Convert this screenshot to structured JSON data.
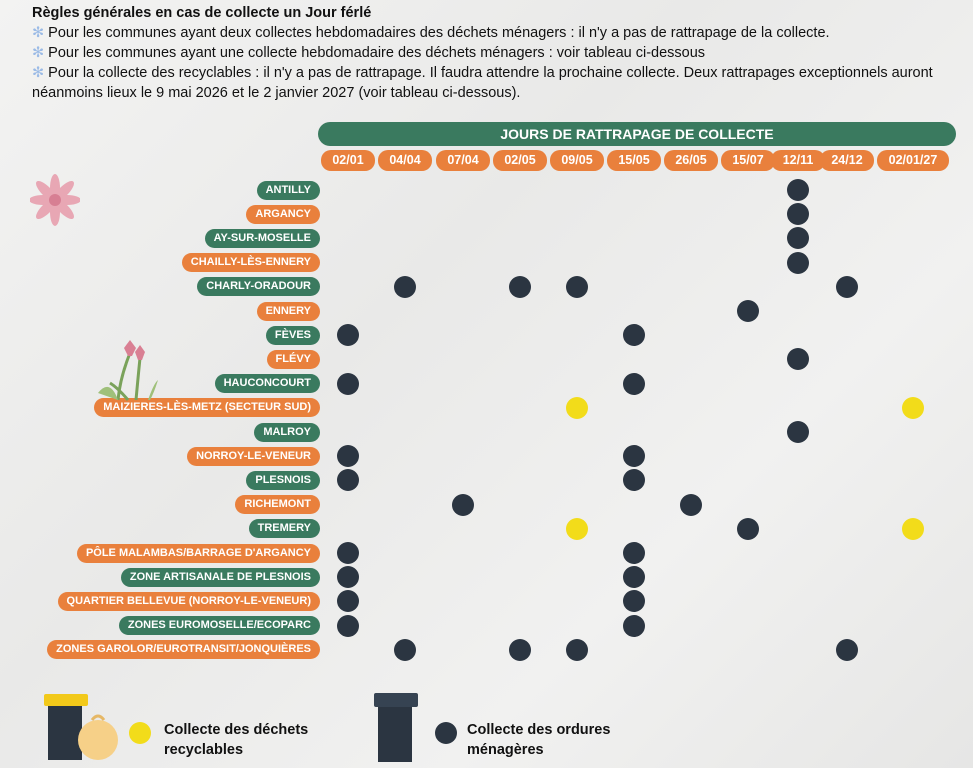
{
  "intro": {
    "title": "Règles générales en cas de collecte un Jour férlé",
    "rules": [
      "Pour les communes ayant deux collectes hebdomadaires des déchets ménagers : il n'y a pas de rattrapage de la collecte.",
      "Pour les communes ayant une collecte hebdomadaire des déchets ménagers : voir tableau ci-dessous",
      "Pour la collecte des recyclables : il n'y a pas de rattrapage. Il faudra attendre la prochaine collecte. Deux rattrapages exceptionnels auront néanmoins lieux le 9 mai 2026 et le 2 janvier 2027 (voir tableau ci-dessous)."
    ]
  },
  "table": {
    "title": "JOURS DE RATTRAPAGE DE COLLECTE",
    "dates": [
      "02/01",
      "04/04",
      "07/04",
      "02/05",
      "09/05",
      "15/05",
      "26/05",
      "15/07",
      "12/11",
      "24/12",
      "02/01/27"
    ],
    "rows": [
      {
        "name": "Antilly",
        "color": "green",
        "om": [
          8
        ],
        "rec": []
      },
      {
        "name": "Argancy",
        "color": "orange",
        "om": [
          8
        ],
        "rec": []
      },
      {
        "name": "Ay-sur-Moselle",
        "color": "green",
        "om": [
          8
        ],
        "rec": []
      },
      {
        "name": "Chailly-lès-Ennery",
        "color": "orange",
        "om": [
          8
        ],
        "rec": []
      },
      {
        "name": "Charly-Oradour",
        "color": "green",
        "om": [
          1,
          3,
          4,
          9
        ],
        "rec": []
      },
      {
        "name": "Ennery",
        "color": "orange",
        "om": [
          7
        ],
        "rec": []
      },
      {
        "name": "Fèves",
        "color": "green",
        "om": [
          0,
          5
        ],
        "rec": []
      },
      {
        "name": "Flévy",
        "color": "orange",
        "om": [
          8
        ],
        "rec": []
      },
      {
        "name": "Hauconcourt",
        "color": "green",
        "om": [
          0,
          5
        ],
        "rec": []
      },
      {
        "name": "Maizieres-lès-Metz (secteur sud)",
        "color": "orange",
        "om": [],
        "rec": [
          4,
          10
        ]
      },
      {
        "name": "Malroy",
        "color": "green",
        "om": [
          8
        ],
        "rec": []
      },
      {
        "name": "Norroy-le-Veneur",
        "color": "orange",
        "om": [
          0,
          5
        ],
        "rec": []
      },
      {
        "name": "Plesnois",
        "color": "green",
        "om": [
          0,
          5
        ],
        "rec": []
      },
      {
        "name": "Richemont",
        "color": "orange",
        "om": [
          2,
          6
        ],
        "rec": []
      },
      {
        "name": "Tremery",
        "color": "green",
        "om": [
          7
        ],
        "rec": [
          4,
          10
        ]
      },
      {
        "name": "Pôle Malambas/Barrage d'Argancy",
        "color": "orange",
        "om": [
          0,
          5
        ],
        "rec": []
      },
      {
        "name": "Zone artisanale de Plesnois",
        "color": "green",
        "om": [
          0,
          5
        ],
        "rec": []
      },
      {
        "name": "Quartier Bellevue (Norroy-le-Veneur)",
        "color": "orange",
        "om": [
          0,
          5
        ],
        "rec": []
      },
      {
        "name": "Zones Euromoselle/Ecoparc",
        "color": "green",
        "om": [
          0,
          5
        ],
        "rec": []
      },
      {
        "name": "Zones Garolor/Eurotransit/Jonquières",
        "color": "orange",
        "om": [
          1,
          3,
          4,
          9
        ],
        "rec": []
      }
    ]
  },
  "legend": {
    "recyclables": [
      "Collecte des déchets",
      "recyclables"
    ],
    "ordures": [
      "Collecte des ordures",
      "ménagères"
    ]
  },
  "colors": {
    "green": "#3a7a5f",
    "orange": "#e9803c",
    "dark": "#2b3541",
    "yellow": "#f2dc1a"
  }
}
